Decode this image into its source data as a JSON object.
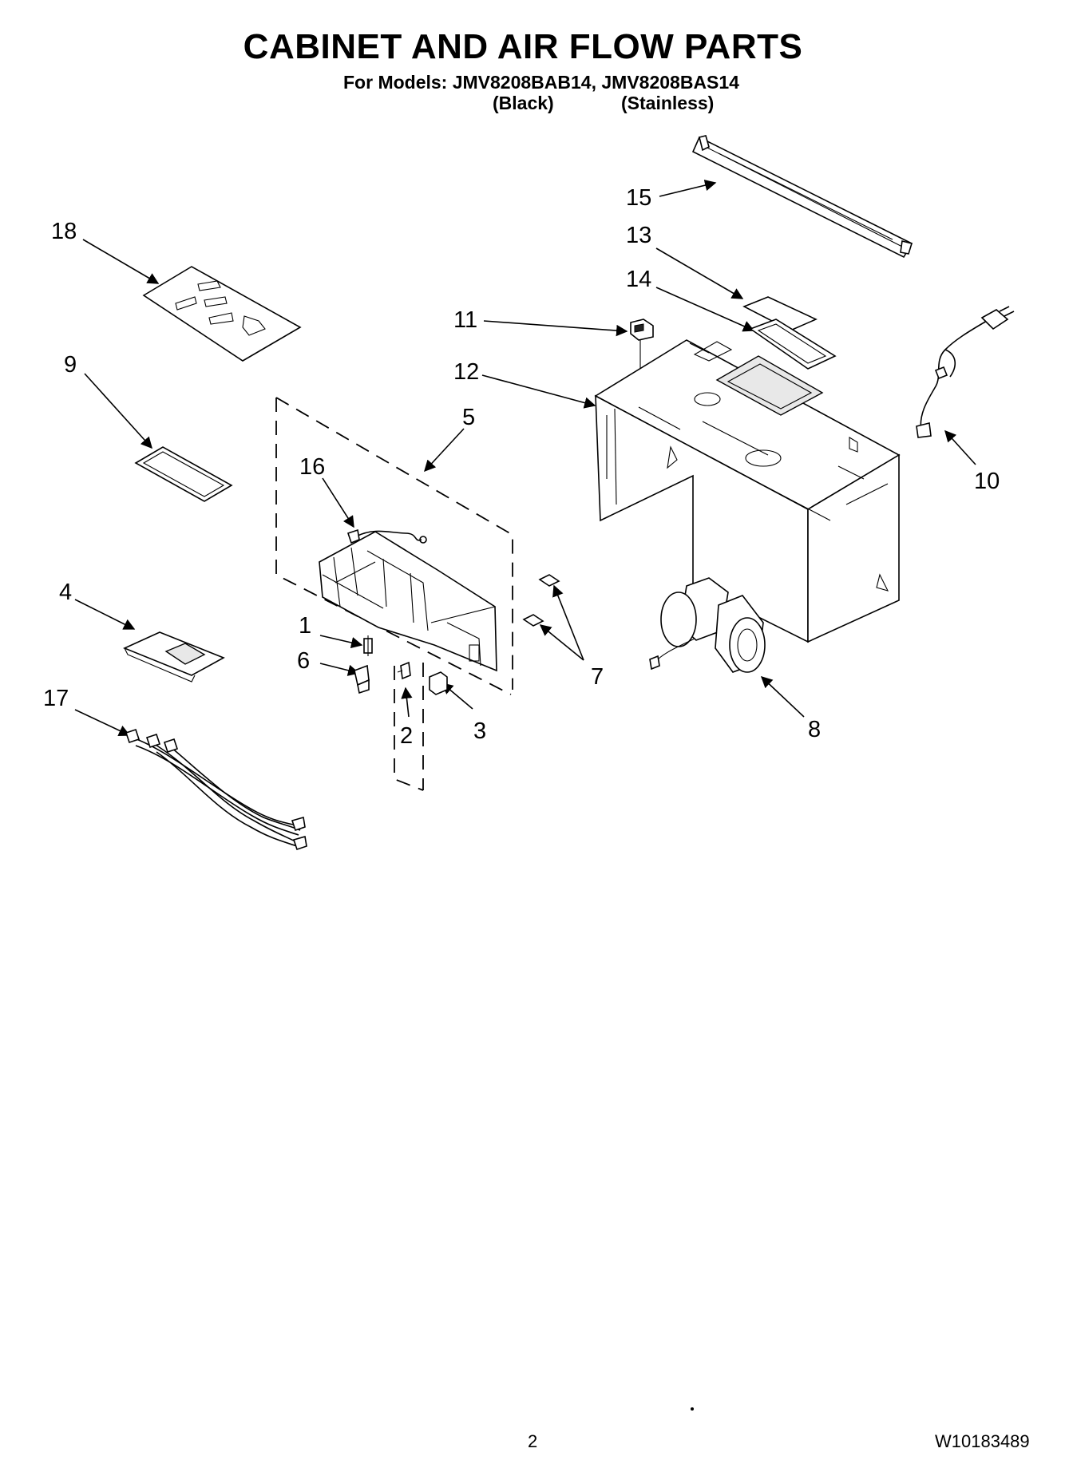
{
  "header": {
    "title": "CABINET AND AIR FLOW PARTS",
    "models_line": "For Models: JMV8208BAB14, JMV8208BAS14",
    "variant_black": "(Black)",
    "variant_stainless": "(Stainless)"
  },
  "callouts": [
    "15",
    "18",
    "13",
    "14",
    "11",
    "12",
    "9",
    "5",
    "16",
    "10",
    "4",
    "1",
    "7",
    "6",
    "17",
    "2",
    "3",
    "8"
  ],
  "footer": {
    "page_number": "2",
    "doc_number": "W10183489"
  }
}
